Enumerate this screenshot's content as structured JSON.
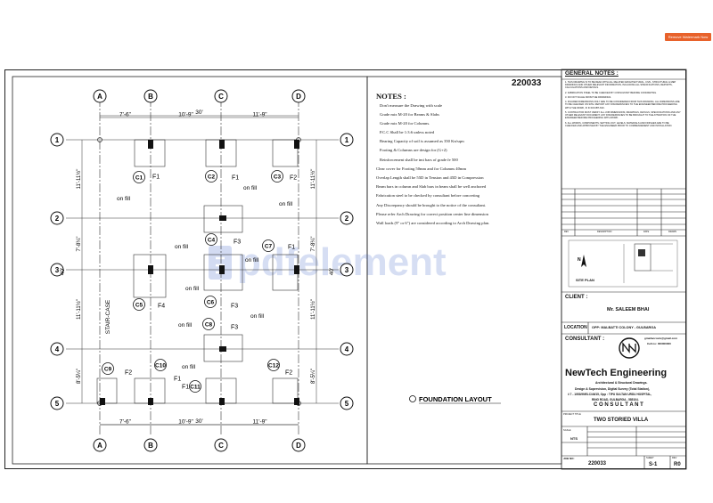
{
  "toolbar": {
    "remove_watermark": "Remove Watermark Now"
  },
  "watermark": {
    "text": "pdfelement"
  },
  "drawing": {
    "job_number_top": "220033",
    "title": "FOUNDATION LAYOUT",
    "column_labels": [
      "A",
      "B",
      "C",
      "D"
    ],
    "row_labels": [
      "1",
      "2",
      "3",
      "4",
      "5"
    ],
    "dims_top": [
      "7'-6\"",
      "10'-9\"",
      "11'-9\""
    ],
    "dim_total": "30'",
    "dims_left": [
      "11'-11½\"",
      "7'-8¼\"",
      "11'-11½\"",
      "8'-5¼\""
    ],
    "dims_right": [
      "11'-11½\"",
      "7'-8¼\"",
      "11'-11½\"",
      "8'-5¼\""
    ],
    "dim_height": "40'",
    "stair": "STAIR-CASE",
    "columns": [
      "C1",
      "C2",
      "C3",
      "C4",
      "C5",
      "C6",
      "C7",
      "C8",
      "C9",
      "C10",
      "C11",
      "C12"
    ],
    "footings": [
      "F1",
      "F1",
      "F2",
      "F3",
      "F4",
      "F3",
      "F1",
      "F3",
      "F2",
      "F1",
      "F1",
      "F2"
    ],
    "fill": "on fill"
  },
  "notes": {
    "title": "NOTES :",
    "lines": [
      "Don't measure the Drawing with scale",
      "Grade mix M-20 for Beams & Slabs",
      "Grade mix M-20 for Columns.",
      "P.C.C Shall be 1:3:6 unless noted",
      "Bearing Capacity of soil is assumed as 350 Kn/sqm",
      "Footing & Columns are design for (G+2)",
      "Reinforcement shall be tmt bars of grade fe 500",
      "Clear cover for Footing 50mm and for Columns 40mm",
      "Overlap Length shall be 55D in Tension and 45D in Compression",
      "Beam bars in column and Slab bars in beam shall be well anchored",
      "Fabrication steel to be checked by consultant before concreting",
      "Any Discrepancy should be brought to the notice of the consultant.",
      "Please refer Arch Drawing for correct position center line dimension",
      "Wall loads (9\" or 6\") are considered according to Arch Drawing plan."
    ]
  },
  "general_notes": {
    "title": "GENERAL NOTES :",
    "items": [
      "1. THIS DRAWING IS TO BE READ WITH ALL RELATED ARCHITECTURAL, CIVIL, STRUCTURAL & MEP DRAWINGS AND OTHER RELEVANT INFORMATION, INCLUDING ALL SPECIFICATIONS, REPORTS, CALCULATIONS AND DETAILS.",
      "2. FABRICATION STEEL TO BE CHECKED BY CONSULTANT BEFORE CONCRETING.",
      "3. DO NOT SCALE FROM THE DRAWINGS.",
      "4. FIGURED DIMENSIONS ONLY ARE TO BE CONSIDERED FROM THIS DRAWING. ALL DIMENSIONS ARE TO BE CHECKED ON SITE. REPORT ANY DISCREPANCIES TO THE ENGINEER BEFORE PROCEEDING WITH THE WORK, IF IN DOUBT ASK.",
      "5. CONTRACTOR MUST VERIFY ALL JOB DIMENSIONS, DRAWINGS, DETAILS, SPECIFICATIONS AND ANY OTHER RELEVANT DOCUMENT. ANY DISCREPANCIES TO BE BROUGHT TO THE ATTENTION OF THE ENGINEER BEFORE PROCEEDING WITH WORK.",
      "6. ALL WORKS, COMPONENTS, SETTING OUT, LEVELS, MATERIALS AND FINISHES ARE TO BE CHECKED AND APPROVED BY THE ENGINEER PRIOR TO COMMENCEMENT AND INSTALLATION."
    ],
    "rev_headers": [
      "REV",
      "DESCRIPTION",
      "DATE",
      "DRAWN"
    ]
  },
  "title_block": {
    "site_plan": "SITE PLAN",
    "client_label": "CLIENT :",
    "client_name": "Mr. SALEEM BHAI",
    "location_label": "LOCATION",
    "location": "OPP: MALBATTI COLONY - GULBARGA",
    "consultant_label": "CONSULTANT :",
    "contact_email": "gmailaccouts@gmail.com",
    "contact_cell": "Cell no: 000000000",
    "firm_name": "NewTech Engineering",
    "firm_sub": "Architectural & Structural Drawings.",
    "firm_service": "Design & Supervision, Digital Survey (Total Station),",
    "firm_address1": "# 7 - 1053/99/ELC/46/15, Opp : TIPU SULTAN URDU HOSPITAL,",
    "firm_address2": "RING ROAD, GULBARGA - 585104.",
    "firm_tag": "C O N S U L T A N T",
    "project_label": "PROJECT TITLE",
    "project_title": "TWO STORIED VILLA",
    "scale_label": "SCALE",
    "scale": "NTS",
    "job_label": "JOB NO:",
    "job_no": "220033",
    "sheet_label": "SHEET",
    "sheet": "S-1",
    "rev_label": "REV",
    "rev": "R0"
  }
}
